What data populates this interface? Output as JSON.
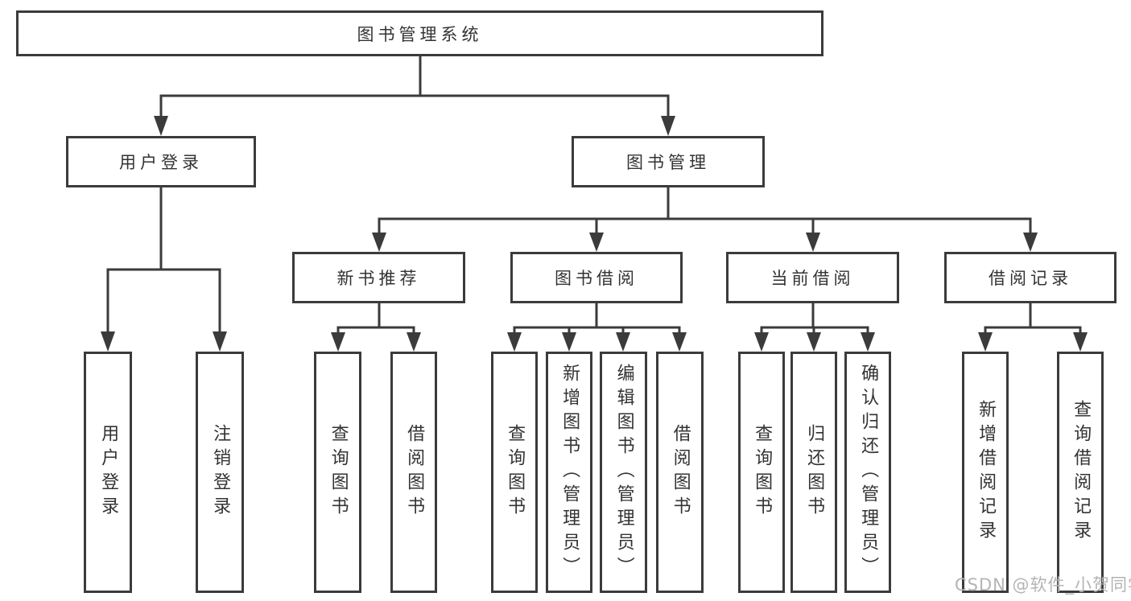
{
  "diagram_title": "图书管理系统",
  "colors": {
    "line": "#3b3b3b",
    "box_border": "#3b3b3b",
    "text": "#333333",
    "background": "#ffffff",
    "watermark": "#b4b4b4"
  },
  "tree": {
    "root": {
      "label": "图书管理系统"
    },
    "branches": [
      {
        "label": "用户登录",
        "children": [
          {
            "label": "用户登录"
          },
          {
            "label": "注销登录"
          }
        ]
      },
      {
        "label": "图书管理",
        "children": [
          {
            "label": "新书推荐",
            "children": [
              {
                "label": "查询图书"
              },
              {
                "label": "借阅图书"
              }
            ]
          },
          {
            "label": "图书借阅",
            "children": [
              {
                "label": "查询图书"
              },
              {
                "label": "新增图书（管理员）"
              },
              {
                "label": "编辑图书（管理员）"
              },
              {
                "label": "借阅图书"
              }
            ]
          },
          {
            "label": "当前借阅",
            "children": [
              {
                "label": "查询图书"
              },
              {
                "label": "归还图书"
              },
              {
                "label": "确认归还（管理员）"
              }
            ]
          },
          {
            "label": "借阅记录",
            "children": [
              {
                "label": "新增借阅记录"
              },
              {
                "label": "查询借阅记录"
              }
            ]
          }
        ]
      }
    ]
  },
  "watermark": {
    "text": "CSDN @软件_小贺同学"
  }
}
